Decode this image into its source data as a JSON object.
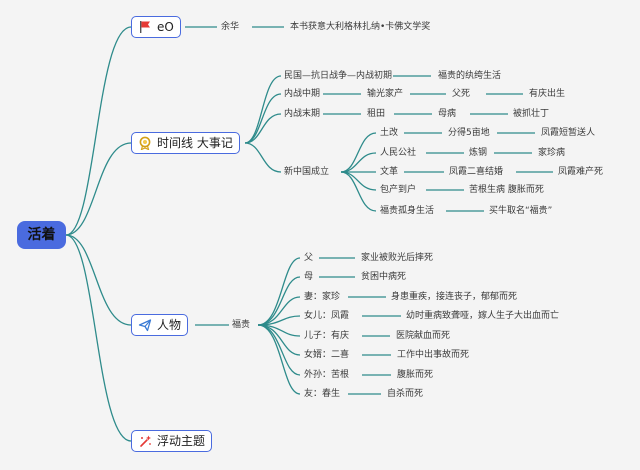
{
  "root": "活着",
  "branches": {
    "eo": {
      "label": "eO",
      "icon": "red-flag-icon",
      "author": "余华",
      "award": "本书获意大利格林扎纳•卡佛文学奖"
    },
    "timeline": {
      "label": "时间线 大事记",
      "icon": "medal-icon",
      "r1": {
        "era": "民国—抗日战争—内战初期",
        "event": "福贵的纨绔生活"
      },
      "r2": {
        "era": "内战中期",
        "a": "输光家产",
        "b": "父死",
        "c": "有庆出生"
      },
      "r3": {
        "era": "内战末期",
        "a": "租田",
        "b": "母病",
        "c": "被抓壮丁"
      },
      "newchina": {
        "era": "新中国成立",
        "s1": {
          "a": "土改",
          "b": "分得5亩地",
          "c": "凤霞短暂送人"
        },
        "s2": {
          "a": "人民公社",
          "b": "炼钢",
          "c": "家珍病"
        },
        "s3": {
          "a": "文革",
          "b": "凤霞二喜结婚",
          "c": "凤霞难产死"
        },
        "s4": {
          "a": "包产到户",
          "b": "苦根生病 腹胀而死"
        },
        "s5": {
          "a": "福贵孤身生活",
          "b": "买牛取名“福贵”"
        }
      }
    },
    "people": {
      "label": "人物",
      "icon": "paper-plane-icon",
      "hub": "福贵",
      "items": [
        {
          "name": "父",
          "fate": "家业被败光后摔死"
        },
        {
          "name": "母",
          "fate": "贫困中病死"
        },
        {
          "name": "妻：家珍",
          "fate": "身患重疾，接连丧子，郁郁而死"
        },
        {
          "name": "女儿：凤霞",
          "fate": "幼时重病致聋哑，嫁人生子大出血而亡"
        },
        {
          "name": "儿子：有庆",
          "fate": "医院献血而死"
        },
        {
          "name": "女婿：二喜",
          "fate": "工作中出事故而死"
        },
        {
          "name": "外孙：苦根",
          "fate": "腹胀而死"
        },
        {
          "name": "友：春生",
          "fate": "自杀而死"
        }
      ]
    },
    "theme": {
      "label": "浮动主题",
      "icon": "sparkle-icon"
    }
  },
  "colors": {
    "accent": "#4a6bdf",
    "line": "#2e8b8b",
    "flag": "#e53935"
  }
}
